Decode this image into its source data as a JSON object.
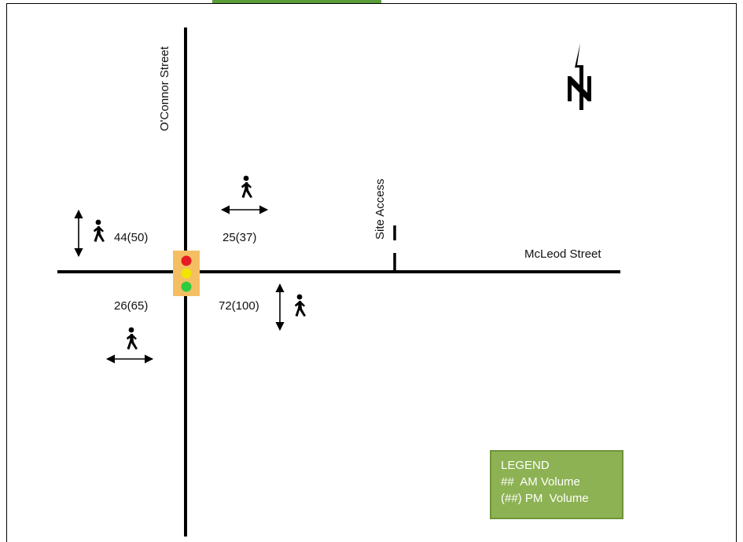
{
  "streets": {
    "north_south": "O'Connor Street",
    "east_west": "McLeod Street",
    "site_access": "Site Access"
  },
  "crossings": {
    "west_leg": "44(50)",
    "north_leg": "25(37)",
    "south_leg": "26(65)",
    "east_leg": "72(100)"
  },
  "legend": {
    "title": "LEGEND",
    "am": "##  AM Volume",
    "pm": "(##) PM  Volume"
  },
  "colors": {
    "signal_housing": "#f4bf63",
    "signal_red": "#e51c23",
    "signal_yellow": "#f2e600",
    "signal_green": "#2ecc40",
    "legend_bg": "#8db253",
    "title_partial": "#5a9e3a"
  },
  "icons": {
    "north_arrow": "north-arrow-icon",
    "pedestrian": "pedestrian-icon",
    "signal": "traffic-signal-icon"
  }
}
